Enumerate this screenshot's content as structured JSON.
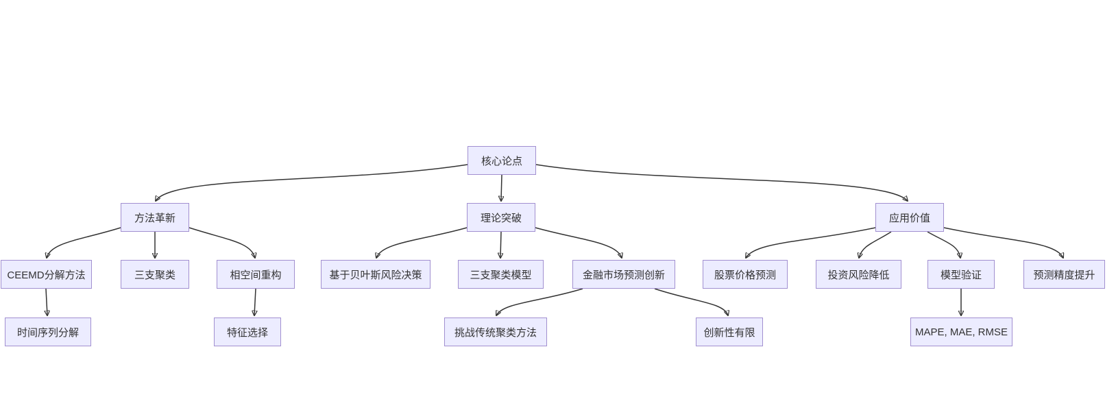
{
  "diagram": {
    "type": "flowchart",
    "direction": "top-down",
    "colors": {
      "background": "#ffffff",
      "node_fill": "#ECECFF",
      "node_border": "#a18fd0",
      "edge": "#333333",
      "text": "#333333"
    },
    "nodes": {
      "core_thesis": {
        "label": "核心论点"
      },
      "method_innovation": {
        "label": "方法革新"
      },
      "theory_breakthrough": {
        "label": "理论突破"
      },
      "application_value": {
        "label": "应用价值"
      },
      "ceemd_decomposition": {
        "label": "CEEMD分解方法"
      },
      "three_way_clustering": {
        "label": "三支聚类"
      },
      "phase_space_reconstruction": {
        "label": "相空间重构"
      },
      "bayesian_risk_decision": {
        "label": "基于贝叶斯风险决策"
      },
      "three_way_clustering_model": {
        "label": "三支聚类模型"
      },
      "financial_market_prediction_innovation": {
        "label": "金融市场预测创新"
      },
      "stock_price_prediction": {
        "label": "股票价格预测"
      },
      "investment_risk_reduction": {
        "label": "投资风险降低"
      },
      "model_validation": {
        "label": "模型验证"
      },
      "prediction_accuracy_improvement": {
        "label": "预测精度提升"
      },
      "time_series_decomposition": {
        "label": "时间序列分解"
      },
      "feature_selection": {
        "label": "特征选择"
      },
      "challenge_traditional_clustering": {
        "label": "挑战传统聚类方法"
      },
      "limited_innovation": {
        "label": "创新性有限"
      },
      "error_metrics": {
        "label": "MAPE, MAE, RMSE"
      }
    },
    "edges": [
      {
        "from": "core_thesis",
        "to": "method_innovation"
      },
      {
        "from": "core_thesis",
        "to": "theory_breakthrough"
      },
      {
        "from": "core_thesis",
        "to": "application_value"
      },
      {
        "from": "method_innovation",
        "to": "ceemd_decomposition"
      },
      {
        "from": "method_innovation",
        "to": "three_way_clustering"
      },
      {
        "from": "method_innovation",
        "to": "phase_space_reconstruction"
      },
      {
        "from": "ceemd_decomposition",
        "to": "time_series_decomposition"
      },
      {
        "from": "phase_space_reconstruction",
        "to": "feature_selection"
      },
      {
        "from": "theory_breakthrough",
        "to": "bayesian_risk_decision"
      },
      {
        "from": "theory_breakthrough",
        "to": "three_way_clustering_model"
      },
      {
        "from": "theory_breakthrough",
        "to": "financial_market_prediction_innovation"
      },
      {
        "from": "financial_market_prediction_innovation",
        "to": "challenge_traditional_clustering"
      },
      {
        "from": "financial_market_prediction_innovation",
        "to": "limited_innovation"
      },
      {
        "from": "application_value",
        "to": "stock_price_prediction"
      },
      {
        "from": "application_value",
        "to": "investment_risk_reduction"
      },
      {
        "from": "application_value",
        "to": "model_validation"
      },
      {
        "from": "application_value",
        "to": "prediction_accuracy_improvement"
      },
      {
        "from": "model_validation",
        "to": "error_metrics"
      }
    ]
  }
}
